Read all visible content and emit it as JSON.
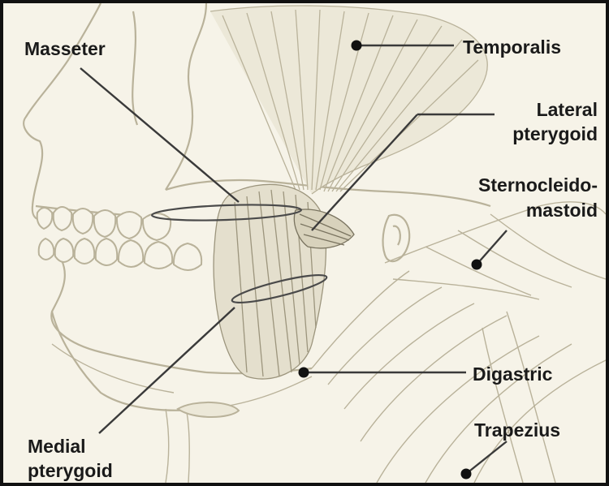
{
  "diagram": {
    "labels": {
      "masseter": "Masseter",
      "temporalis": "Temporalis",
      "lateral_pterygoid_1": "Lateral",
      "lateral_pterygoid_2": "pterygoid",
      "sternocleidomastoid_1": "Sternocleido-",
      "sternocleidomastoid_2": "mastoid",
      "digastric": "Digastric",
      "trapezius": "Trapezius",
      "medial_pterygoid_1": "Medial",
      "medial_pterygoid_2": "pterygoid"
    },
    "colors": {
      "background": "#f6f3e8",
      "line_art": "#b9b29a",
      "muscle_fill": "#e4dfcd",
      "leader": "#3a3a3a",
      "text": "#1a1a1a",
      "frame": "#111111"
    }
  }
}
